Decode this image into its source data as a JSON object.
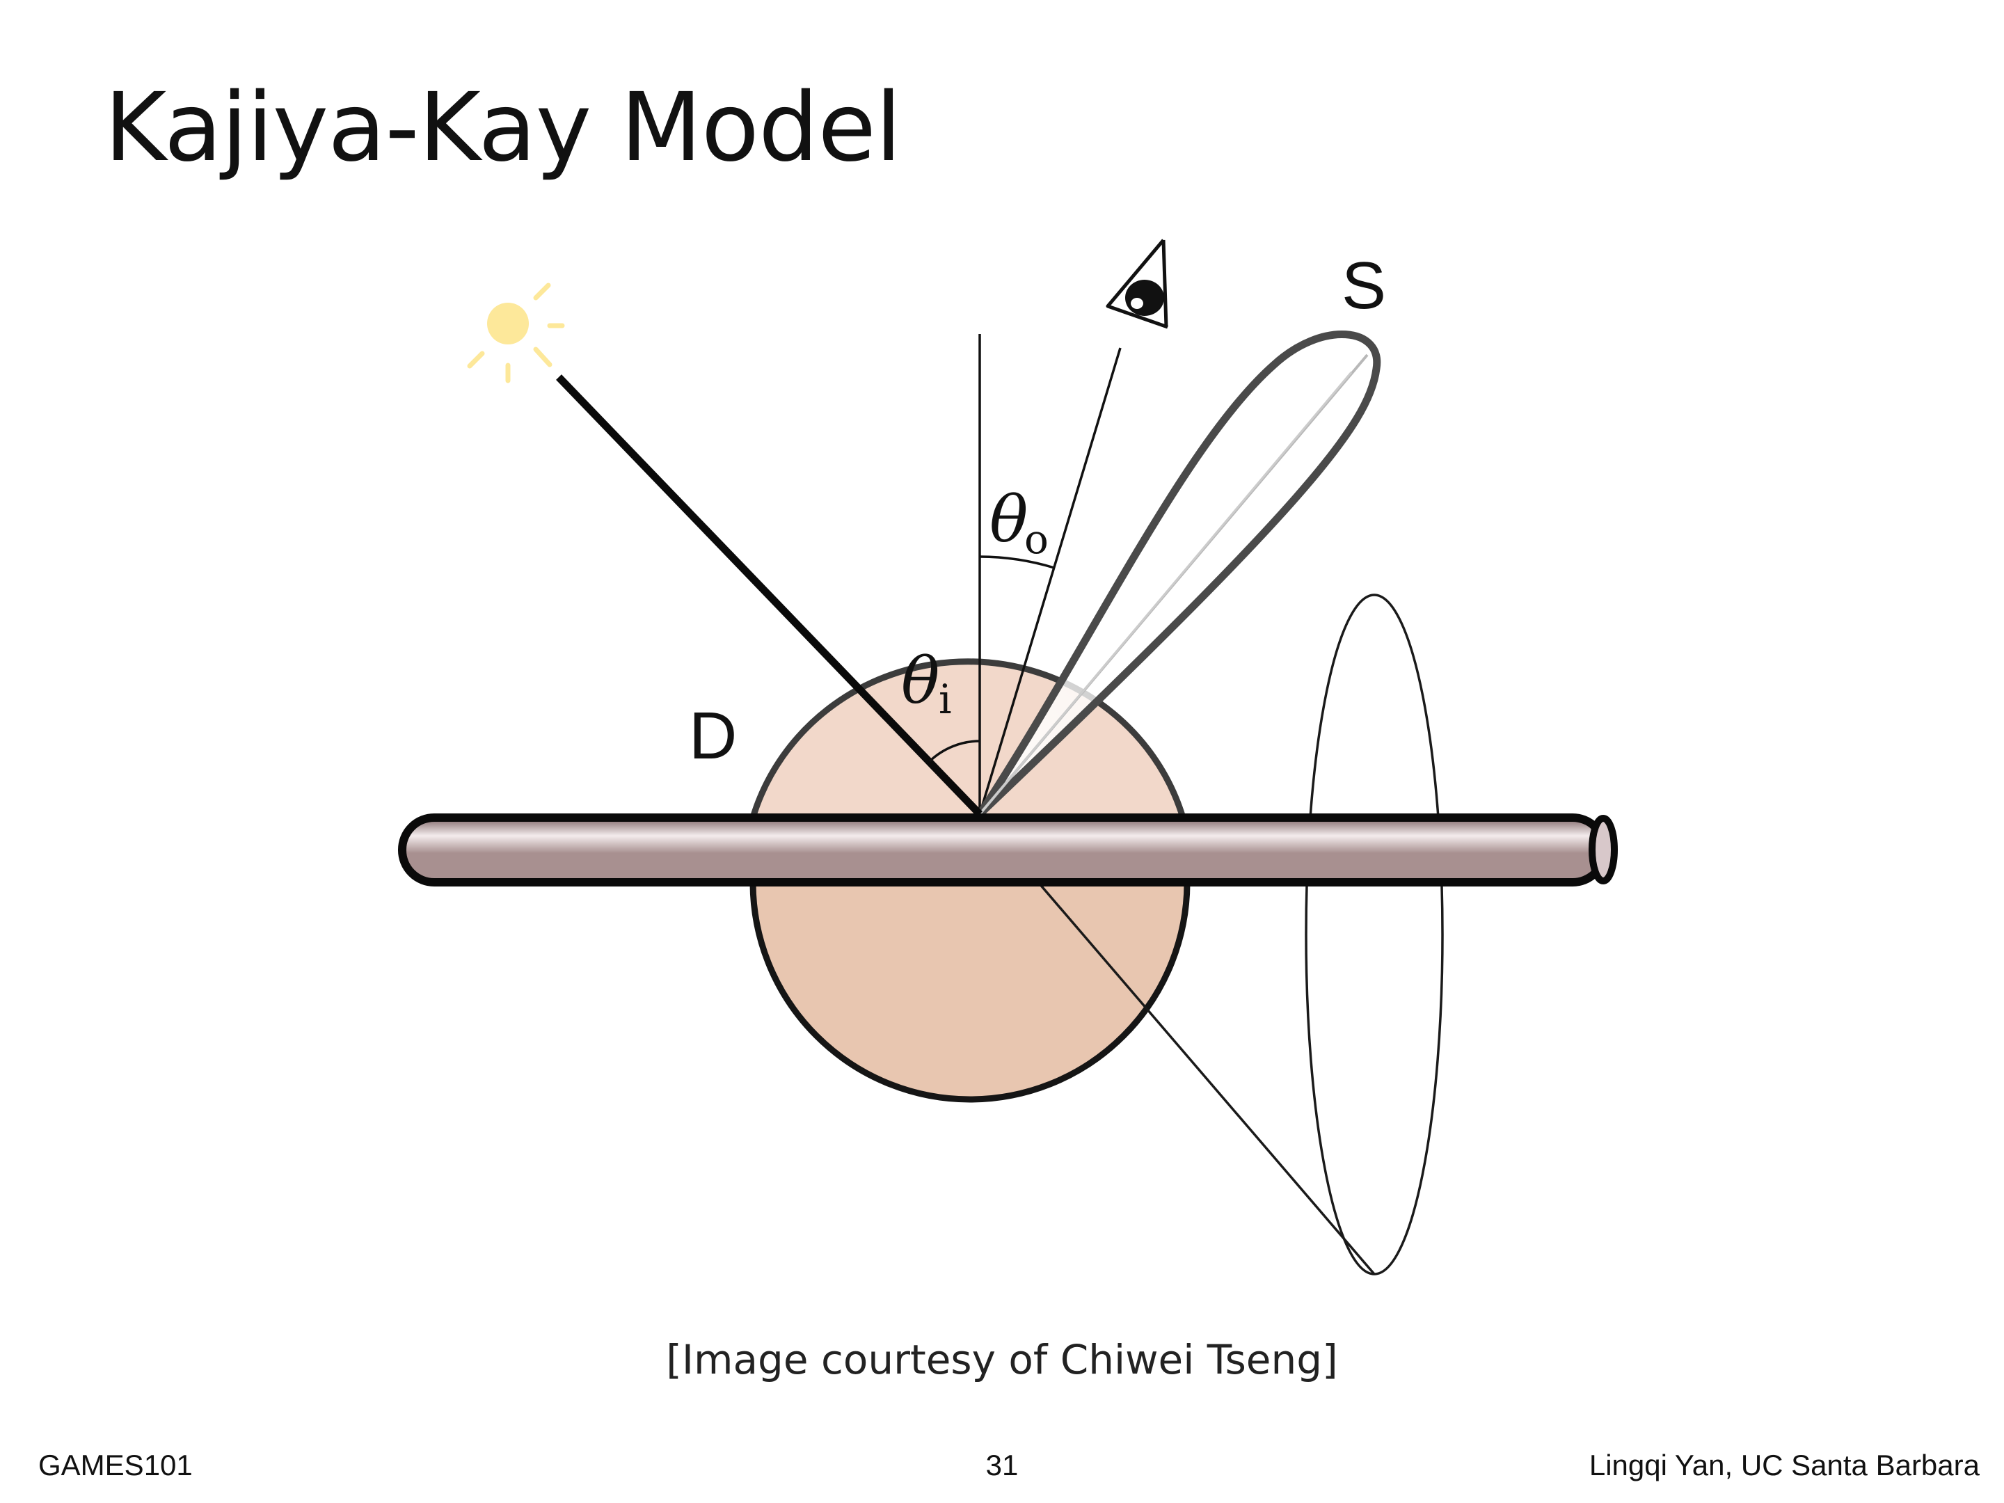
{
  "slide": {
    "title": "Kajiya-Kay Model",
    "caption": "[Image courtesy of Chiwei Tseng]"
  },
  "diagram": {
    "label_specular": "S",
    "label_diffuse": "D",
    "theta_out_symbol": "θ",
    "theta_out_sub": "o",
    "theta_in_symbol": "θ",
    "theta_in_sub": "i",
    "icons": [
      "light-source-icon",
      "eye-icon"
    ],
    "colors": {
      "hair_fiber": "#a89090",
      "diffuse_upper": "#f2d8ca",
      "diffuse_lower": "#e8c6b0",
      "light": "#fde89a"
    }
  },
  "footer": {
    "left": "GAMES101",
    "page_number": "31",
    "right": "Lingqi Yan, UC Santa Barbara"
  }
}
